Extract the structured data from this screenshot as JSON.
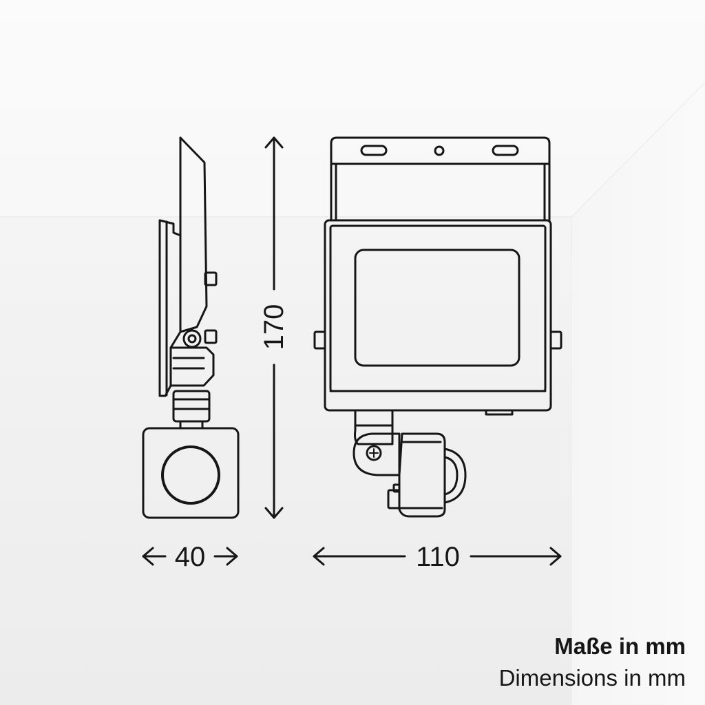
{
  "dimensions": {
    "height": "170",
    "width_side": "40",
    "width_front": "110"
  },
  "caption": {
    "german": "Maße in mm",
    "english": "Dimensions in mm"
  },
  "colors": {
    "line": "#161616",
    "background": "#f2f2f2"
  }
}
